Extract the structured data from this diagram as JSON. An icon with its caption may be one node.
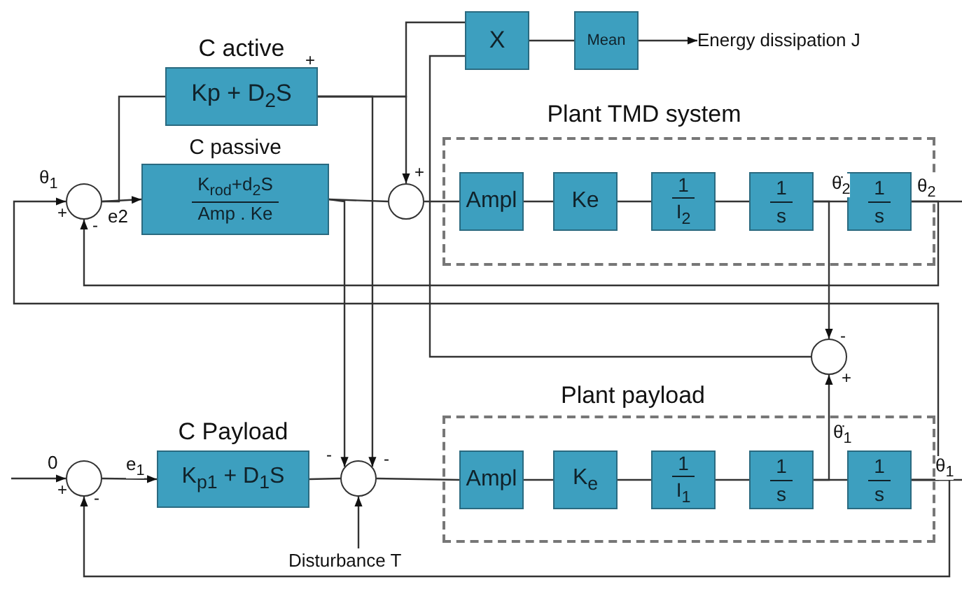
{
  "diagram": {
    "nodes": [
      {
        "text": [
          "X"
        ]
      },
      {
        "text": [
          "Mean"
        ]
      },
      {
        "text": [
          "Energy dissipation J"
        ]
      },
      {
        "text": [
          "C active",
          "Kp + D$_{2}$S"
        ]
      },
      {
        "text": [
          "Plant TMD system"
        ]
      },
      {
        "text": [
          "Ampl"
        ],
        "in": 4
      },
      {
        "text": [
          "Ke"
        ],
        "in": 4
      },
      {
        "text": [
          "1",
          "I$_{2}$"
        ],
        "in": 4
      },
      {
        "text": [
          "1",
          "s"
        ],
        "in": 4
      },
      {
        "text": [
          "1",
          "s"
        ],
        "in": 4
      },
      {
        "text": [],
        "shape": "circle"
      },
      {
        "text": [
          "C passive",
          "K$_{rod}$+d$_{2}$S",
          "Amp . Ke"
        ]
      },
      {
        "text": [],
        "shape": "circle"
      },
      {
        "text": [],
        "shape": "circle"
      },
      {
        "text": [
          "C Payload",
          "K$_{p1}$ + D$_{1}$S"
        ]
      },
      {
        "text": [],
        "shape": "circle"
      },
      {
        "text": [],
        "shape": "circle"
      },
      {
        "text": [
          "Plant payload"
        ]
      },
      {
        "text": [
          "Ampl"
        ],
        "in": 17
      },
      {
        "text": [
          "K$_{e}$"
        ],
        "in": 17
      },
      {
        "text": [
          "1",
          "I$_{1}$"
        ],
        "in": 17
      },
      {
        "text": [
          "1",
          "s"
        ],
        "in": 17
      },
      {
        "text": [
          "1",
          "s"
        ],
        "in": 17
      },
      {
        "text": [
          "Disturbance T"
        ]
      }
    ],
    "edges": [
      {
        "from": 10,
        "to": 11,
        "arrow": "to",
        "label": "e2"
      },
      {
        "from": 10,
        "to": 3,
        "arrow": "none"
      },
      {
        "from": 3,
        "to": 12,
        "arrow": "to"
      },
      {
        "from": 3,
        "to": 0,
        "arrow": "none"
      },
      {
        "from": 3,
        "to": 16,
        "arrow": "to"
      },
      {
        "from": 11,
        "to": 12,
        "arrow": "none"
      },
      {
        "from": 11,
        "to": 16,
        "arrow": "to"
      },
      {
        "from": 12,
        "to": 5,
        "arrow": "none"
      },
      {
        "from": 5,
        "to": 6,
        "arrow": "none"
      },
      {
        "from": 6,
        "to": 7,
        "arrow": "none"
      },
      {
        "from": 7,
        "to": 8,
        "arrow": "none"
      },
      {
        "from": 8,
        "to": 9,
        "arrow": "none"
      },
      {
        "from": 9,
        "to": null,
        "arrow": "none",
        "label": "θ$_{2}$"
      },
      {
        "from": 9,
        "to": 10,
        "arrow": "to"
      },
      {
        "from": 8,
        "to": 13,
        "arrow": "to",
        "label": "θ̇$_{2}$"
      },
      {
        "from": 13,
        "to": 0,
        "arrow": "none"
      },
      {
        "from": 0,
        "to": 1,
        "arrow": "none"
      },
      {
        "from": 1,
        "to": 2,
        "arrow": "to"
      },
      {
        "from": null,
        "to": 15,
        "arrow": "to",
        "label": "0"
      },
      {
        "from": 15,
        "to": 14,
        "arrow": "to",
        "label": "e$_{1}$"
      },
      {
        "from": 14,
        "to": 16,
        "arrow": "none"
      },
      {
        "from": 23,
        "to": 16,
        "arrow": "to"
      },
      {
        "from": 16,
        "to": 18,
        "arrow": "none"
      },
      {
        "from": 18,
        "to": 19,
        "arrow": "none"
      },
      {
        "from": 19,
        "to": 20,
        "arrow": "none"
      },
      {
        "from": 20,
        "to": 21,
        "arrow": "none"
      },
      {
        "from": 21,
        "to": 22,
        "arrow": "none"
      },
      {
        "from": 22,
        "to": null,
        "arrow": "none",
        "label": "θ$_{1}$"
      },
      {
        "from": 22,
        "to": 10,
        "arrow": "to",
        "label": "θ$_{1}$"
      },
      {
        "from": 22,
        "to": 15,
        "arrow": "to"
      },
      {
        "from": 21,
        "to": 13,
        "arrow": "to",
        "label": "θ̇$_{1}$"
      }
    ],
    "labels": [
      "+",
      "+",
      "+",
      "-",
      "-",
      "+",
      "-",
      "-",
      "+",
      "-"
    ]
  }
}
